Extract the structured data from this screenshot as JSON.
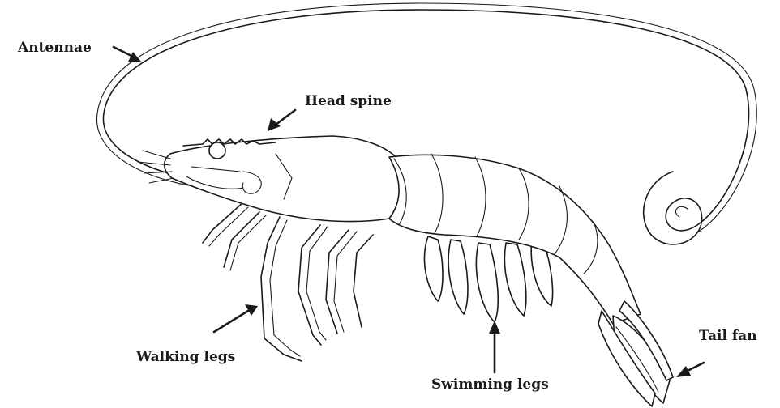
{
  "diagram": {
    "labels": {
      "antennae": "Antennae",
      "head_spine": "Head spine",
      "walking_legs": "Walking legs",
      "swimming_legs": "Swimming legs",
      "tail_fan": "Tail fan"
    },
    "colors": {
      "ink": "#1a1a1a",
      "background": "#ffffff"
    }
  }
}
